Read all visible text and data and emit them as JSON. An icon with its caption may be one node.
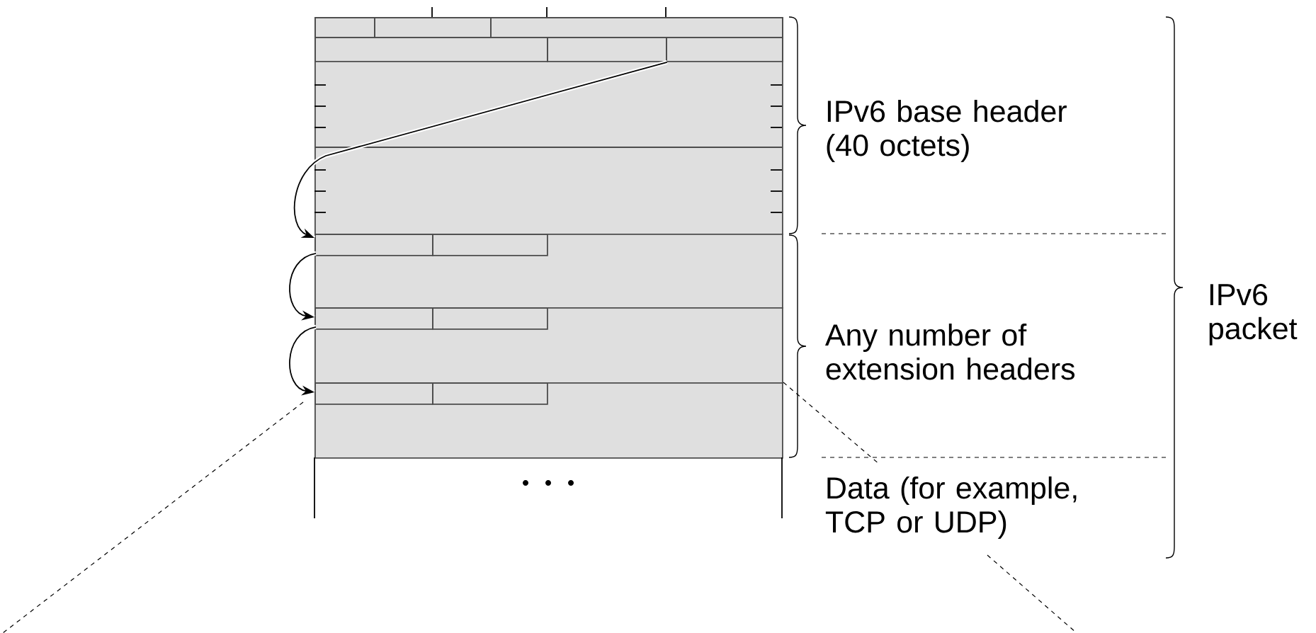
{
  "diagram": {
    "nodes": [
      {
        "text": [],
        "shape": "box"
      },
      {
        "text": [],
        "shape": "box",
        "in": 0
      },
      {
        "text": [],
        "shape": "box",
        "in": 0
      },
      {
        "text": [],
        "shape": "box",
        "in": 0
      },
      {
        "text": [],
        "shape": "box",
        "in": 0
      },
      {
        "text": [],
        "shape": "box",
        "in": 0
      },
      {
        "text": [],
        "shape": "box",
        "in": 0
      },
      {
        "text": [],
        "shape": "box"
      },
      {
        "text": [],
        "shape": "box",
        "in": 7
      },
      {
        "text": [],
        "shape": "box",
        "in": 7
      },
      {
        "text": [],
        "shape": "box"
      },
      {
        "text": [],
        "shape": "box",
        "in": 10
      },
      {
        "text": [],
        "shape": "box",
        "in": 10
      },
      {
        "text": [],
        "shape": "box"
      },
      {
        "text": [],
        "shape": "box",
        "in": 13
      },
      {
        "text": [],
        "shape": "box",
        "in": 13
      }
    ],
    "edges": [
      {
        "from": 5,
        "to": 7,
        "arrow": "to"
      },
      {
        "from": 8,
        "to": 10,
        "arrow": "to"
      },
      {
        "from": 11,
        "to": 13,
        "arrow": "to"
      }
    ],
    "labels": [
      "IPv6 base header (40 octets)",
      "Any number of extension headers",
      "Data (for example, TCP or UDP)",
      "IPv6 packet"
    ]
  }
}
